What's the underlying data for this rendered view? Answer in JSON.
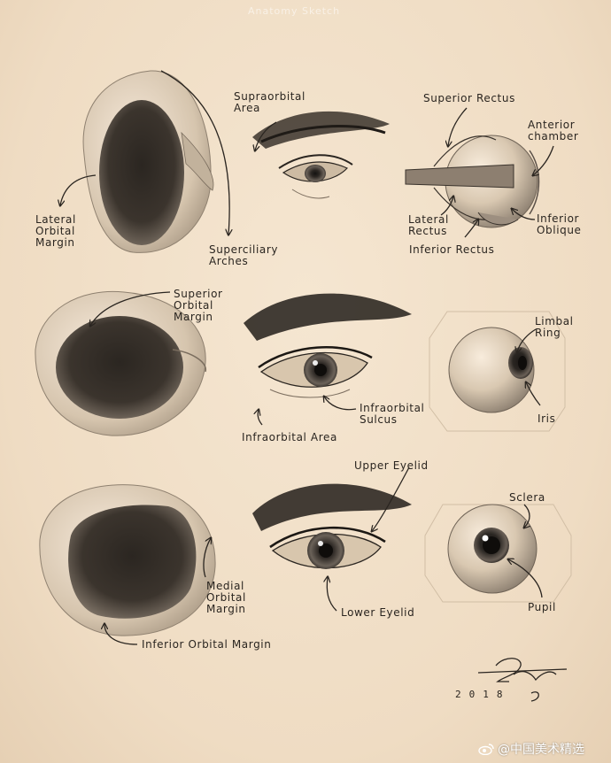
{
  "labels": {
    "lateral_orbital_margin": "Lateral\nOrbital\nMargin",
    "supraorbital_area": "Supraorbital\nArea",
    "superciliary_arches": "Superciliary\nArches",
    "superior_rectus": "Superior Rectus",
    "anterior_chamber": "Anterior\nchamber",
    "lateral_rectus": "Lateral\nRectus",
    "inferior_rectus": "Inferior Rectus",
    "inferior_oblique": "Inferior\nOblique",
    "superior_orbital_margin": "Superior\nOrbital\nMargin",
    "infraorbital_sulcus": "Infraorbital\nSulcus",
    "infraorbital_area": "Infraorbital Area",
    "limbal_ring": "Limbal\nRing",
    "iris": "Iris",
    "upper_eyelid": "Upper Eyelid",
    "lower_eyelid": "Lower Eyelid",
    "medial_orbital_margin": "Medial\nOrbital\nMargin",
    "inferior_orbital_margin": "Inferior Orbital Margin",
    "sclera": "Sclera",
    "pupil": "Pupil"
  },
  "signature": {
    "year": "2018"
  },
  "watermarks": {
    "top_faint": "Anatomy Sketch",
    "weibo_text": "@中国美术精选"
  },
  "colors": {
    "paper": "#f3e3cd",
    "graphite": "#2a2520"
  }
}
